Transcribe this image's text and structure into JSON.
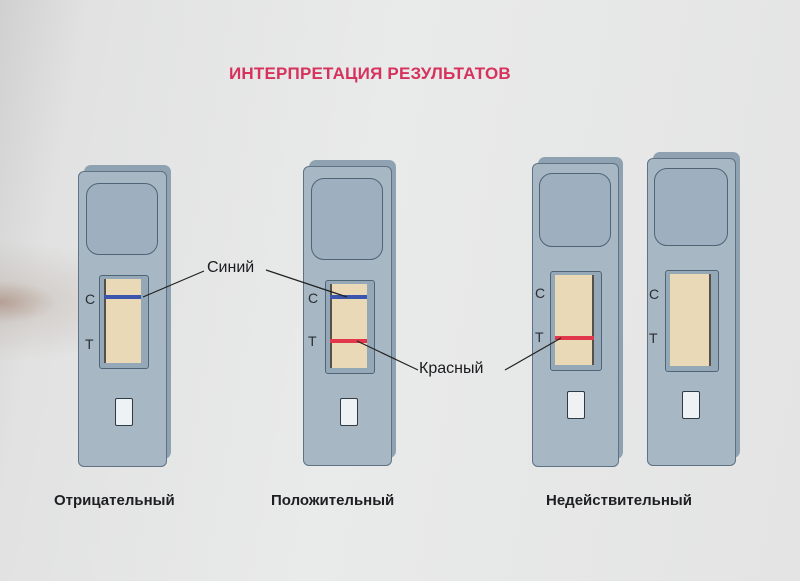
{
  "title": "ИНТЕРПРЕТАЦИЯ РЕЗУЛЬТАТОВ",
  "marks": {
    "control": "C",
    "test": "T"
  },
  "callouts": {
    "blue": "Синий",
    "red": "Красный"
  },
  "results": {
    "negative": "Отрицательный",
    "positive": "Положительный",
    "invalid": "Недействительный"
  },
  "colors": {
    "title": "#d6325c",
    "blue_band": "#3c56ad",
    "red_band": "#e2364a",
    "strip": "#ead9b6",
    "cassette": "#a7b7c4"
  }
}
